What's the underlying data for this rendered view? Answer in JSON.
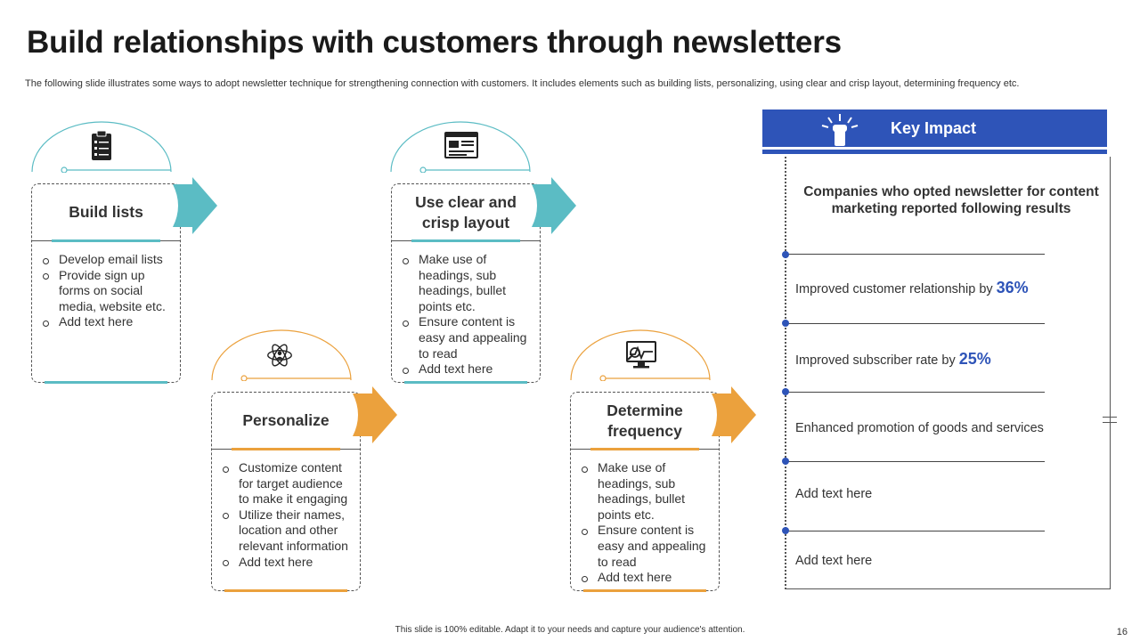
{
  "slide": {
    "title": "Build relationships with customers through newsletters",
    "subtitle": "The following slide illustrates some ways to adopt newsletter technique for strengthening connection with customers. It includes elements such as building lists, personalizing, using clear and crisp layout, determining frequency etc.",
    "footer": "This slide is 100% editable. Adapt it to your needs and capture your audience's attention.",
    "page_number": "16"
  },
  "colors": {
    "teal": "#5bbcc4",
    "orange": "#eba13d",
    "blue": "#2e54b8",
    "text": "#333333"
  },
  "steps": [
    {
      "title_line1": "Build lists",
      "title_line2": "",
      "icon": "clipboard-icon",
      "color": "teal",
      "bullets": [
        "Develop email lists",
        "Provide sign up forms on social media, website etc.",
        "Add text here"
      ]
    },
    {
      "title_line1": "Personalize",
      "title_line2": "",
      "icon": "atom-person-icon",
      "color": "orange",
      "bullets": [
        "Customize content for target audience to make it engaging",
        "Utilize their names, location and other relevant information",
        "Add text here"
      ]
    },
    {
      "title_line1": "Use clear and",
      "title_line2": "crisp layout",
      "icon": "newsletter-layout-icon",
      "color": "teal",
      "bullets": [
        "Make use of headings, sub headings, bullet points etc.",
        "Ensure content is easy and appealing to read",
        "Add text here"
      ]
    },
    {
      "title_line1": "Determine",
      "title_line2": "frequency",
      "icon": "monitor-analytics-icon",
      "color": "orange",
      "bullets": [
        "Make use of headings, sub headings, bullet points etc.",
        "Ensure content is easy and appealing to read",
        "Add text here"
      ]
    }
  ],
  "impact": {
    "header": "Key Impact",
    "icon": "raised-fist-icon",
    "lead": "Companies who opted newsletter for content marketing reported following results",
    "rows": [
      {
        "text": "Improved customer relationship by ",
        "pct": "36%"
      },
      {
        "text": "Improved subscriber rate by ",
        "pct": "25%"
      },
      {
        "text": "Enhanced promotion of goods and services",
        "pct": ""
      },
      {
        "text": "Add text here",
        "pct": ""
      },
      {
        "text": "Add text here",
        "pct": ""
      }
    ]
  }
}
